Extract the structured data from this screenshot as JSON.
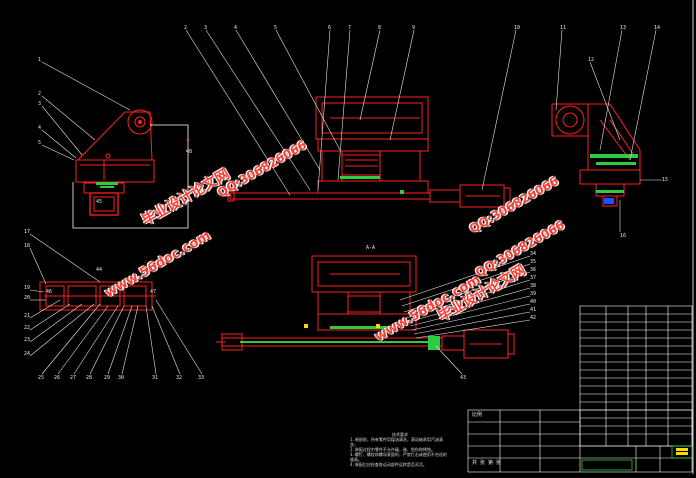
{
  "drawing": {
    "section_label": "A-A",
    "tech_title": "技术要求",
    "tech_lines": [
      "1.装配前，所有零件用煤油清洗，滚动轴承用汽油清洗，",
      "2.装配过程中零件不允许磕、碰、划伤和锈蚀。",
      "3.螺钉、螺栓和螺母紧固时，严禁打击或使用不合适的旋具。",
      "4.装配后应检查各运动部件运转是否灵活。"
    ]
  },
  "watermarks": [
    {
      "id": "wm1",
      "text": "毕业设计论文网",
      "color": "#ff3b2f"
    },
    {
      "id": "wm2",
      "text": "www.56doc.com",
      "color": "#ff3b2f"
    },
    {
      "id": "wm3",
      "text": "QQ:306826066",
      "color": "#ff3b2f"
    },
    {
      "id": "wm4",
      "text": "QQ:306826066",
      "color": "#ff3b2f"
    },
    {
      "id": "wm5",
      "text": "www.56doc.com",
      "color": "#ff3b2f"
    },
    {
      "id": "wm6",
      "text": "QQ:306826066",
      "color": "#ff3b2f"
    },
    {
      "id": "wm7",
      "text": "毕业设计论文网",
      "color": "#ff3b2f"
    }
  ],
  "colors": {
    "background": "#000000",
    "outline": "#ff2020",
    "leader": "#e8e8e8",
    "frame": "#ffffff",
    "green": "#2ecc40",
    "blue": "#2050ff",
    "yellow": "#ffd700"
  },
  "balloons_top": [
    "2",
    "3",
    "4",
    "5",
    "6",
    "7",
    "8",
    "9",
    "10",
    "11",
    "12",
    "13",
    "14",
    "15",
    "16"
  ],
  "balloons_left_top": [
    "1",
    "2",
    "3",
    "4",
    "5"
  ],
  "balloons_left_side": [
    "17",
    "18",
    "19",
    "20",
    "21",
    "22",
    "23",
    "24",
    "25",
    "26",
    "27"
  ],
  "balloons_left_bottom": [
    "28",
    "29",
    "30",
    "31",
    "32",
    "33",
    "34",
    "35",
    "36",
    "37",
    "38",
    "39"
  ],
  "balloons_mid_right": [
    "40",
    "41",
    "42",
    "43",
    "44",
    "45",
    "46",
    "47",
    "48"
  ],
  "title_block": {
    "scale_label": "比例",
    "sheet_label": "共 张 第 张"
  }
}
